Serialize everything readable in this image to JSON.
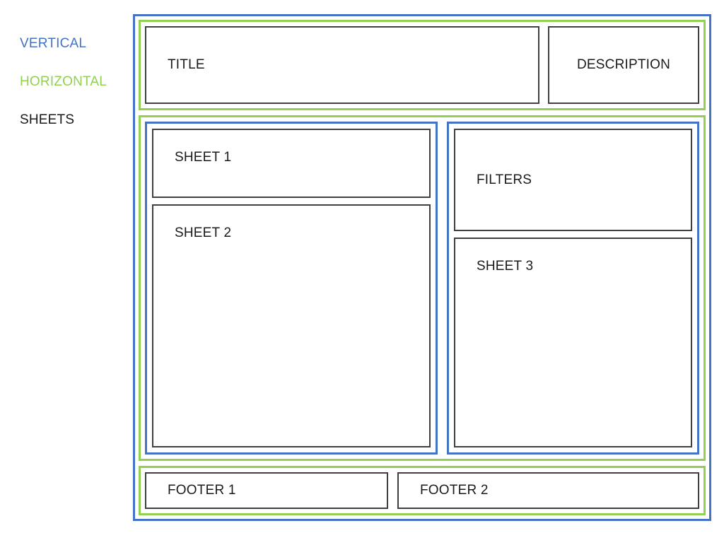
{
  "legend": {
    "items": [
      {
        "label": "VERTICAL",
        "color": "#4472C4"
      },
      {
        "label": "HORIZONTAL",
        "color": "#92D050"
      },
      {
        "label": "SHEETS",
        "color": "#1a1a1a"
      }
    ]
  },
  "colors": {
    "vertical_container": "#4472C4",
    "horizontal_container": "#92D050",
    "sheet_border": "#404040",
    "background": "#ffffff"
  },
  "diagram": {
    "top_band": {
      "title_box": "TITLE",
      "description_box": "DESCRIPTION"
    },
    "middle_band": {
      "left_column": {
        "sheet1": "SHEET 1",
        "sheet2": "SHEET 2"
      },
      "right_column": {
        "filters": "FILTERS",
        "sheet3": "SHEET 3"
      }
    },
    "bottom_band": {
      "footer1": "FOOTER 1",
      "footer2": "FOOTER 2"
    }
  }
}
